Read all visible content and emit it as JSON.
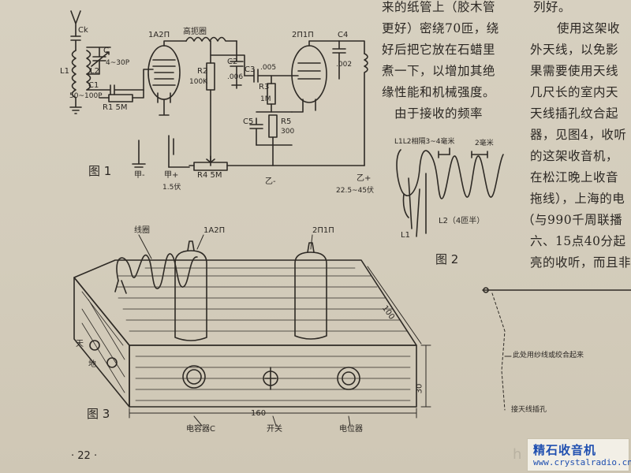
{
  "figures": {
    "fig1": {
      "label": "图 1",
      "parts": {
        "ck": "Ck",
        "c_var": "C",
        "c_var_range": "4~30P",
        "l1": "L1",
        "l2": "L2",
        "tube1": "1A2Π",
        "choke": "高扼圈",
        "c1": "C1",
        "c1_range": "50~100P",
        "r1": "R1 5M",
        "r2": "R2",
        "r2_val": "100K",
        "c2": "C2",
        "c2_val": ".006",
        "c3": "C3",
        "c3_val": ".005",
        "r3": "R3",
        "r3_val": "1M",
        "c5": "C5",
        "r5": "R5",
        "r5_val": "300",
        "tube2": "2Π1Π",
        "c4": "C4",
        "c4_val": ".002",
        "r4": "R4 5M",
        "bat_neg": "甲-",
        "bat_pos": "甲+",
        "bat_v": "1.5伏",
        "b_minus": "乙-",
        "b_plus": "乙+",
        "b_v": "22.5~45伏"
      }
    },
    "fig2": {
      "label": "图 2",
      "gap_label": "L1L2相隔3~4毫米",
      "pitch_label": "2毫米",
      "l1": "L1",
      "l2": "L2（4匝半）"
    },
    "fig3": {
      "label": "图 3",
      "coil": "线圈",
      "tube1": "1A2Π",
      "tube2": "2Π1Π",
      "depth": "100",
      "height": "30",
      "width": "160",
      "ant": "天",
      "gnd": "地",
      "cap": "电容器C",
      "switch": "开关",
      "pot": "电位器"
    },
    "fig4": {
      "note": "此处用纱线或绞合起来",
      "plug": "接天线插孔"
    }
  },
  "columns": {
    "middle": [
      "来的纸管上（胶木管",
      "更好）密绕70匝，绕",
      "好后把它放在石蜡里",
      "煮一下，以增加其绝",
      "缘性能和机械强度。",
      "　由于接收的频率"
    ],
    "right": [
      "列好。",
      "　使用这架收",
      "外天线，以免影",
      "果需要使用天线",
      "几尺长的室内天",
      "天线插孔纹合起",
      "器，见图4，收听",
      "的这架收音机，",
      "在松江晚上收音",
      "拖线），上海的电",
      "（与990千周联播",
      "六、15点40分起",
      "亮的收听，而且非"
    ]
  },
  "page_number": "· 22 ·",
  "watermark": {
    "title": "精石收音机",
    "url": "www.crystalradio.cn",
    "ghost": "h"
  }
}
